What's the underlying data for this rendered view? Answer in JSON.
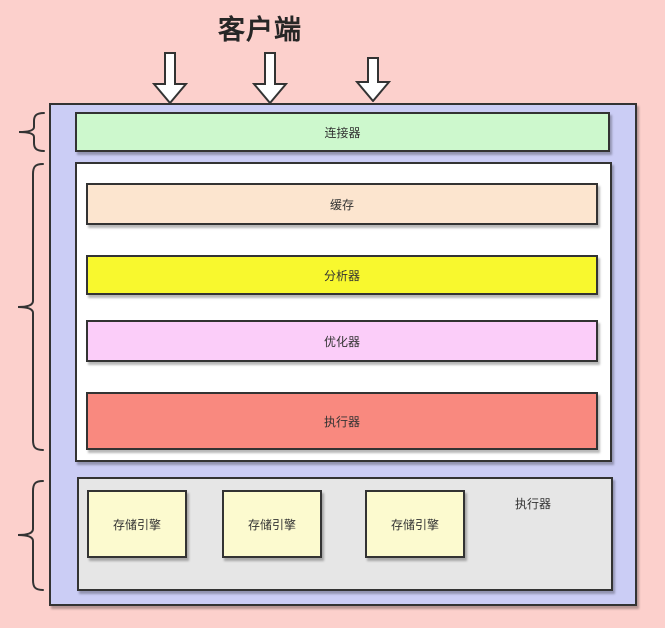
{
  "client": {
    "title": "客户端"
  },
  "canvas": {
    "background": "#fcd0cc",
    "container_fill": "#cbcdf5",
    "border_color": "#333333"
  },
  "connector": {
    "label": "连接器",
    "fill": "#cdf8cd"
  },
  "sql_layer": {
    "fill": "#ffffff",
    "rows": [
      {
        "label": "缓存",
        "fill": "#fce5cf"
      },
      {
        "label": "分析器",
        "fill": "#f8f82e"
      },
      {
        "label": "优化器",
        "fill": "#fbcdf9"
      },
      {
        "label": "执行器",
        "fill": "#f9897f"
      }
    ]
  },
  "engine_layer": {
    "label": "执行器",
    "fill": "#e6e6e6",
    "engines": [
      {
        "label": "存储引擎",
        "fill": "#fcfacf"
      },
      {
        "label": "存储引擎",
        "fill": "#fcfacf"
      },
      {
        "label": "存储引擎",
        "fill": "#fcfacf"
      }
    ]
  },
  "icons": {
    "arrow_glyph": "down-arrow",
    "arrow_count": 3,
    "brace_glyph": "left-curly-brace",
    "brace_count": 3,
    "arrow_fill": "#ffffff",
    "stroke": "#333333"
  }
}
